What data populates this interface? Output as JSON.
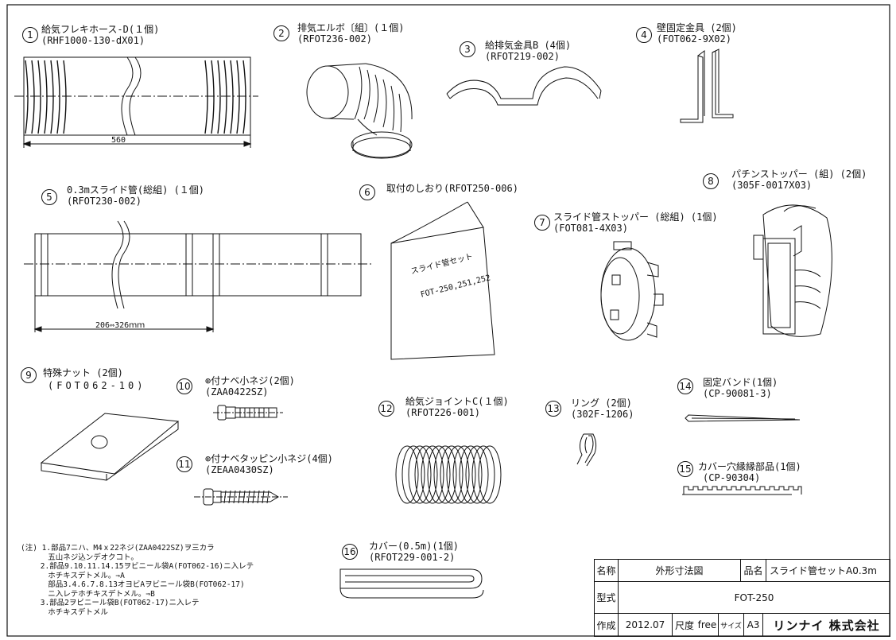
{
  "parts": [
    {
      "no": "1",
      "name": "給気フレキホース-D(１個)",
      "code": "(RHF1000-130-dX01)"
    },
    {
      "no": "2",
      "name": "排気エルボ〔組〕(１個)",
      "code": "(RFOT236-002)"
    },
    {
      "no": "3",
      "name": "給排気金具B (4個)",
      "code": "(RFOT219-002)"
    },
    {
      "no": "4",
      "name": "壁固定金具 (2個)",
      "code": "(FOT062-9X02)"
    },
    {
      "no": "5",
      "name": "0.3mスライド管(総組) (１個)",
      "code": "(RFOT230-002)"
    },
    {
      "no": "6",
      "name": "取付のしおり(RFOT250-006)",
      "code": ""
    },
    {
      "no": "7",
      "name": "スライド管ストッパー (総組) (1個)",
      "code": "(FOT081-4X03)"
    },
    {
      "no": "8",
      "name": "パチンストッパー (組) (2個)",
      "code": "(305F-0017X03)"
    },
    {
      "no": "9",
      "name": "特殊ナット (2個)",
      "code": "(FOT062-10)"
    },
    {
      "no": "10",
      "name": "⊕付ナベ小ネジ(2個)",
      "code": "(ZAA0422SZ)"
    },
    {
      "no": "11",
      "name": "⊕付ナベタッピン小ネジ(4個)",
      "code": "(ZEAA0430SZ)"
    },
    {
      "no": "12",
      "name": "給気ジョイントC(１個)",
      "code": "(RFOT226-001)"
    },
    {
      "no": "13",
      "name": "リング (2個)",
      "code": "(302F-1206)"
    },
    {
      "no": "14",
      "name": "固定バンド(1個)",
      "code": "(CP-90081-3)"
    },
    {
      "no": "15",
      "name": "カバー穴縁縁部品(1個)",
      "code": "(CP-90304)"
    },
    {
      "no": "16",
      "name": "カバー(0.5m)(1個)",
      "code": "(RFOT229-001-2)"
    }
  ],
  "dimensions": {
    "hose_length": "560",
    "slide_range": "206⇔326ｍｍ"
  },
  "booklet": {
    "title": "スライド管セット",
    "models": "FOT-250,251,252"
  },
  "notes": [
    "(注) 1.部品7ニハ、M4ｘ22ネジ(ZAA0422SZ)ヲ三カラ",
    "　　　 五山ネジ込ンデオクコト。",
    "　　 2.部品9.10.11.14.15ヲビニール袋A(FOT062-16)ニ入レテ",
    "　　　 ホチキスデトメル。⇒A",
    "　　　 部品3.4.6.7.8.13オヨビAヲビニール袋B(FOT062-17)",
    "　　　 ニ入レテホチキスデトメル。⇒B",
    "　　 3.部品2ヲビニール袋B(FOT062-17)ニ入レテ",
    "　　　 ホチキスデトメル"
  ],
  "title_block": {
    "name_label": "名称",
    "name_value": "外形寸法図",
    "product_label": "品名",
    "product_value": "スライド管セットA0.3m",
    "model_label": "型式",
    "model_value": "FOT-250",
    "made_label": "作成",
    "date": "2012.07",
    "scale_label": "尺度",
    "scale_value": "free",
    "size_label": "サイズ",
    "size_value": "A3",
    "company": "リンナイ 株式会社"
  }
}
